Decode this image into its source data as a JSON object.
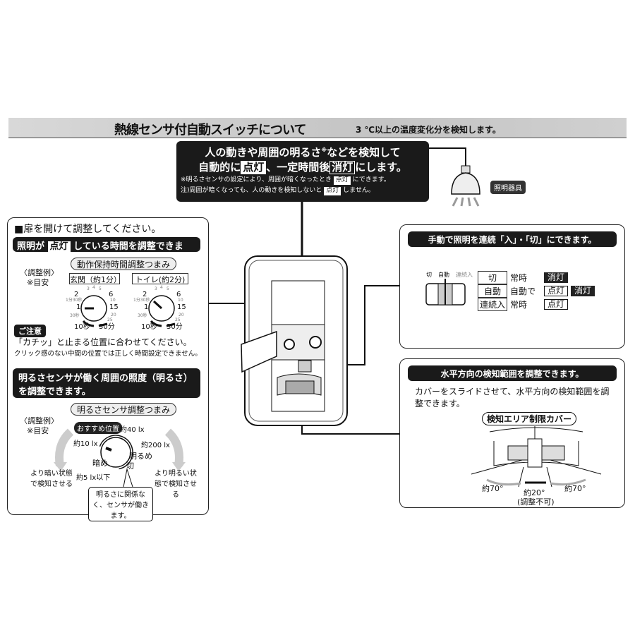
{
  "header": {
    "title": "熱線センサ付自動スイッチについて",
    "subtitle": "3 ℃以上の温度変化分を検知します。"
  },
  "callout": {
    "line1_a": "人の動きや周囲の明るさ",
    "line1_mark": "※",
    "line1_b": "などを検知して",
    "line2_a": "自動的に",
    "on_tag": "点灯",
    "line2_b": "、一定時間後",
    "off_tag": "消灯",
    "line2_c": "にします。",
    "note1_a": "※明るさセンサの設定により、周囲が暗くなったとき",
    "note1_b": "にできます。",
    "note2_a": "注)周囲が暗くなっても、人の動きを検知しないと",
    "note2_b": "しません。"
  },
  "lamp": {
    "label": "照明器具"
  },
  "left": {
    "heading": "■扉を開けて調整してください。",
    "bar1_a": "照明が",
    "bar1_tag": "点灯",
    "bar1_b": "している時間を調整できます。",
    "knob1": "動作保持時間調整つまみ",
    "example": "〈調整例〉",
    "guide": "※目安",
    "dial1_label": "玄関（約1分）",
    "dial2_label": "トイレ(約2分)",
    "dial_ticks": {
      "t2": "2",
      "t3": "3",
      "t4": "4",
      "t5": "5",
      "t6": "6",
      "t1m30": "1分30秒",
      "t10m": "10",
      "t1": "1",
      "t15": "15",
      "t30s": "30秒",
      "t20": "20",
      "t25": "25",
      "t10s": "10秒",
      "t30m": "30分"
    },
    "caution": "ご注意",
    "caution1": "「カチッ」と止まる位置に合わせてください。",
    "caution2": "クリック感のない中間の位置では正しく時間設定できません。",
    "bar2": "明るさセンサが働く周囲の照度（明るさ）を調整できます。",
    "knob2": "明るさセンサ調整つまみ",
    "example2": "〈調整例〉",
    "guide2": "※目安",
    "recommended": "おすすめ位置",
    "lx40": "約40 lx",
    "lx10": "約10 lx",
    "lx200": "約200 lx",
    "lx5": "約5 lx以下",
    "dark": "暗め",
    "bright": "明るめ",
    "off": "切",
    "darker": "より暗い状態で検知させる",
    "brighter": "より明るい状態で検知させる",
    "off_note": "明るさに関係なく、センサが働きます。"
  },
  "manual": {
    "bar": "手動で照明を連続「入」・「切」にできます。",
    "sw_labels": [
      "切",
      "自動",
      "連続入"
    ],
    "rows": [
      {
        "mode": "切",
        "desc": "常時",
        "tags": [
          {
            "t": "消灯",
            "style": "k"
          }
        ]
      },
      {
        "mode": "自動",
        "desc": "自動で",
        "tags": [
          {
            "t": "点灯",
            "style": "o"
          },
          {
            "t": "消灯",
            "style": "k"
          }
        ]
      },
      {
        "mode": "連続入",
        "desc": "常時",
        "tags": [
          {
            "t": "点灯",
            "style": "o"
          }
        ]
      }
    ]
  },
  "range": {
    "bar": "水平方向の検知範囲を調整できます。",
    "desc": "カバーをスライドさせて、水平方向の検知範囲を調整できます。",
    "cover": "検知エリア制限カバー",
    "left": "約70°",
    "center": "約20°",
    "center_note": "(調整不可)",
    "right": "約70°"
  }
}
